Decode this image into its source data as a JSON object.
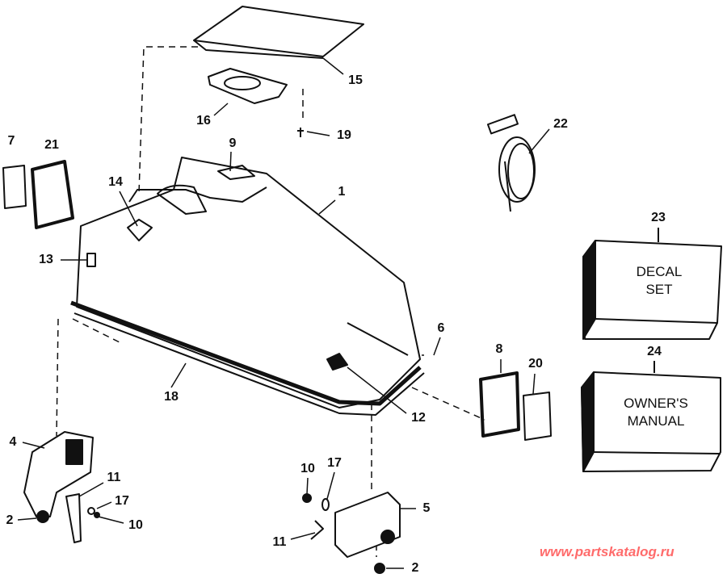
{
  "callouts": {
    "c1": "1",
    "c2a": "2",
    "c2b": "2",
    "c4": "4",
    "c5": "5",
    "c6": "6",
    "c7": "7",
    "c8": "8",
    "c9": "9",
    "c10a": "10",
    "c10b": "10",
    "c11a": "11",
    "c11b": "11",
    "c12": "12",
    "c13": "13",
    "c14": "14",
    "c15": "15",
    "c16": "16",
    "c17a": "17",
    "c17b": "17",
    "c18": "18",
    "c19": "19",
    "c20": "20",
    "c21": "21",
    "c22": "22",
    "c23": "23",
    "c24": "24"
  },
  "boxes": {
    "decal_set": "DECAL\nSET",
    "owners_manual": "OWNER'S\nMANUAL"
  },
  "watermark": "www.partskatalog.ru",
  "colors": {
    "line": "#111111",
    "watermark": "#ff6b6b"
  }
}
